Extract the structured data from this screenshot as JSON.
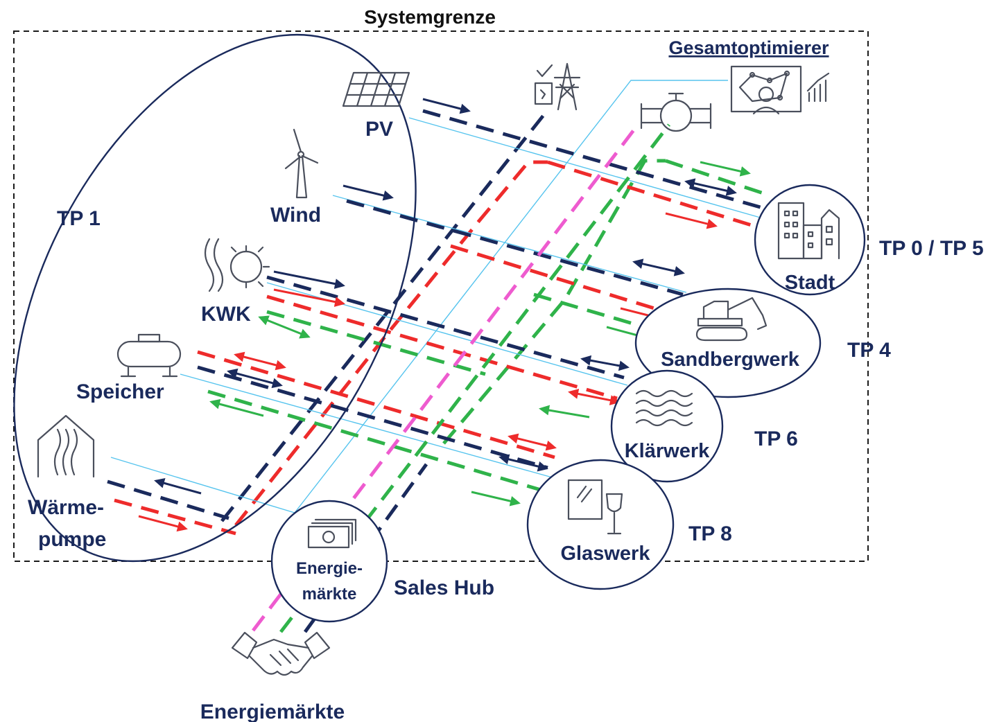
{
  "labels": {
    "systemgrenze": "Systemgrenze",
    "gesamtoptimierer": "Gesamtoptimierer",
    "pv": "PV",
    "wind": "Wind",
    "kwk": "KWK",
    "speicher": "Speicher",
    "waerme_line1": "Wärme-",
    "waerme_line2": "pumpe",
    "tp1": "TP 1",
    "stadt": "Stadt",
    "tp05": "TP 0 / TP 5",
    "sandbergwerk": "Sandbergwerk",
    "tp4": "TP 4",
    "klaerwerk": "Klärwerk",
    "tp6": "TP 6",
    "glaswerk": "Glaswerk",
    "tp8": "TP 8",
    "hub_line1": "Energie-",
    "hub_line2": "märkte",
    "sales_hub": "Sales Hub",
    "energiemaerkte": "Energiemärkte"
  },
  "colors": {
    "navy": "#1a2a5c",
    "red": "#ee2b2b",
    "green": "#2fb34a",
    "pink": "#ee5bcf",
    "lightblue": "#56c4ee",
    "icon_gray": "#4a4f5c"
  }
}
